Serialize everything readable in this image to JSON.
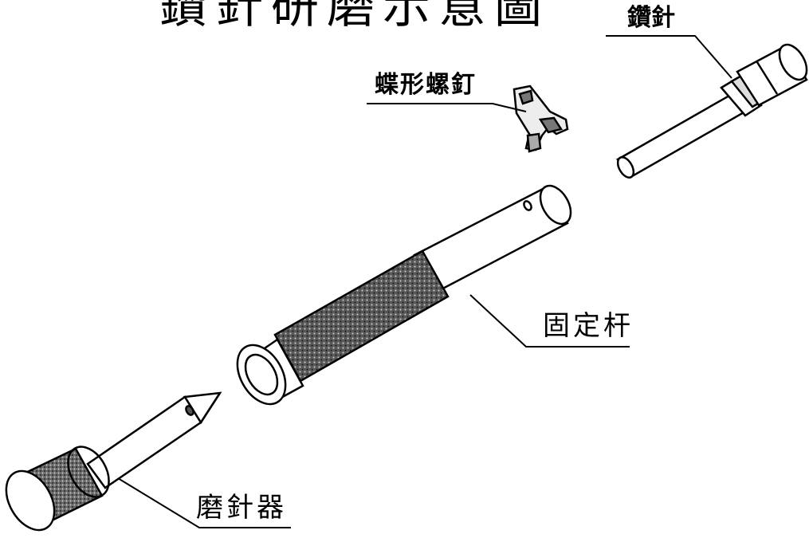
{
  "title": "鑽針研磨示意圖",
  "labels": {
    "drill_bit": "鑽針",
    "wing_screw": "蝶形螺釘",
    "fixed_rod": "固定杆",
    "grinder": "磨針器"
  }
}
